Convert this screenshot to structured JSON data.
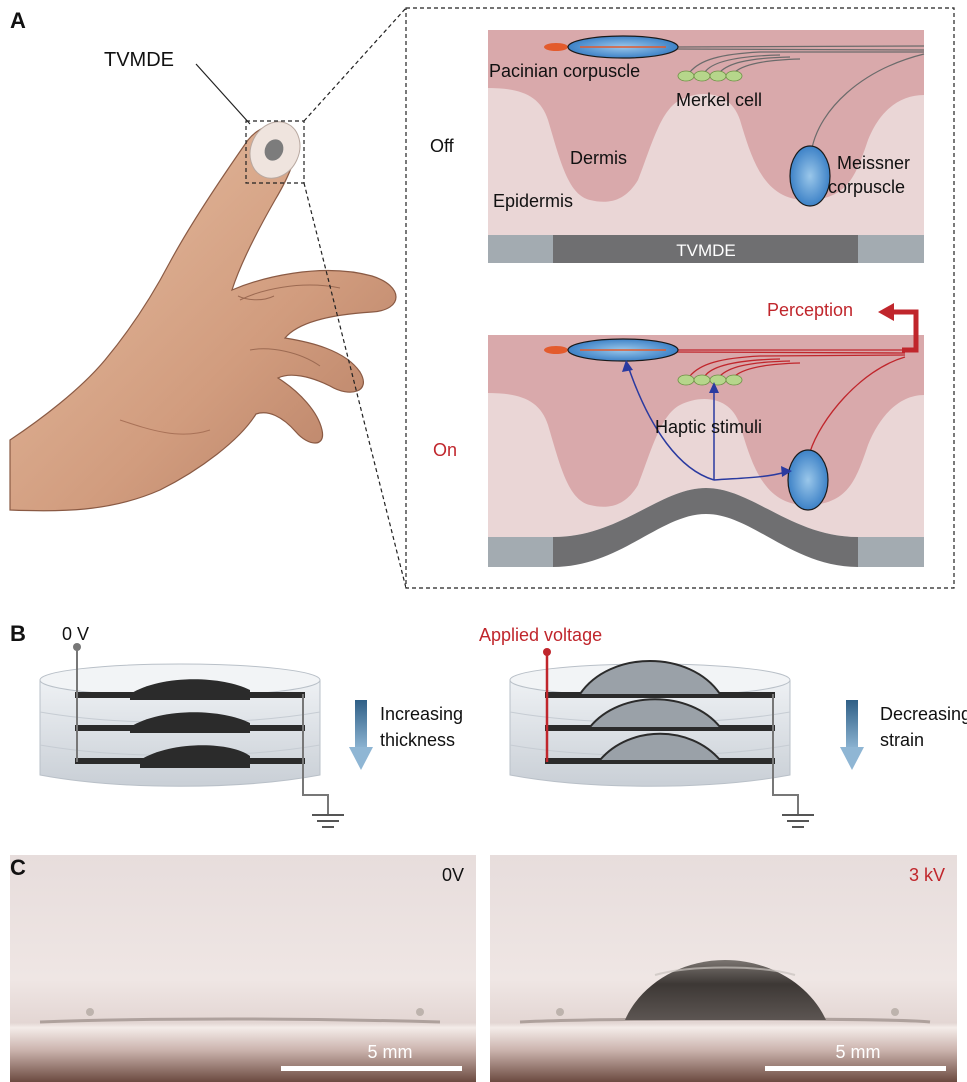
{
  "panels": {
    "a": "A",
    "b": "B",
    "c": "C"
  },
  "panel_a": {
    "device_label": "TVMDE",
    "off_label": "Off",
    "on_label": "On",
    "off": {
      "pacinian": "Pacinian corpuscle",
      "merkel": "Merkel cell",
      "dermis": "Dermis",
      "epidermis": "Epidermis",
      "meissner_line1": "Meissner",
      "meissner_line2": "corpuscle",
      "device_bar": "TVMDE"
    },
    "on": {
      "perception": "Perception",
      "haptic": "Haptic stimuli"
    }
  },
  "panel_b": {
    "left_voltage": "0 V",
    "left_arrow_line1": "Increasing",
    "left_arrow_line2": "thickness",
    "right_voltage": "Applied voltage",
    "right_arrow_line1": "Decreasing",
    "right_arrow_line2": "strain"
  },
  "panel_c": {
    "left_voltage": "0V",
    "right_voltage": "3 kV",
    "left_scale": "5 mm",
    "right_scale": "5 mm"
  },
  "colors": {
    "accent_red": "#c0262c",
    "blue_arrow": "#2a3aa0",
    "tissue": "#ead6d6",
    "dermis": "#d9a9ab",
    "device_dark": "#6f6f71",
    "device_light": "#a3abb1"
  },
  "icons": [
    "ground-icon",
    "down-arrow-icon",
    "perception-arrow-icon"
  ]
}
